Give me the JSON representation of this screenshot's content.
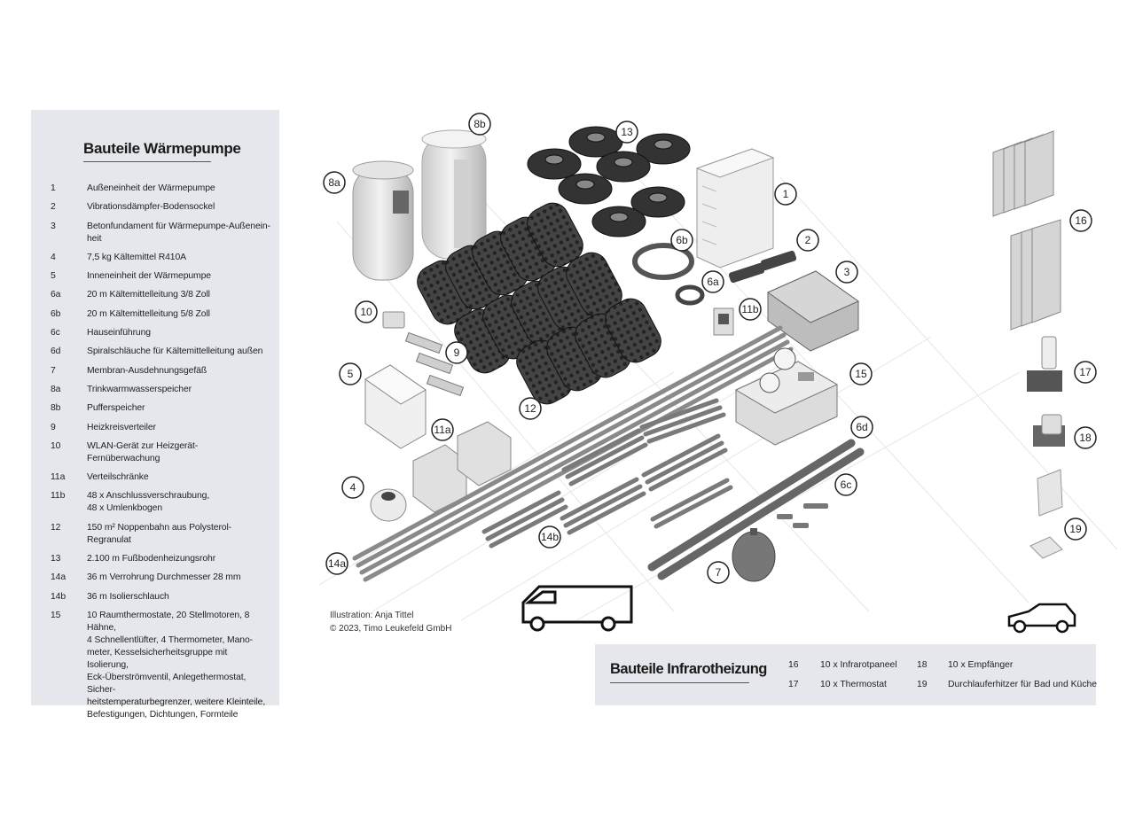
{
  "heat_pump": {
    "title": "Bauteile Wärmepumpe",
    "items": [
      {
        "num": "1",
        "text": "Außeneinheit der Wärmepumpe"
      },
      {
        "num": "2",
        "text": "Vibrationsdämpfer-Bodensockel"
      },
      {
        "num": "3",
        "text": "Betonfundament für Wärmepumpe-Außenein-\nheit"
      },
      {
        "num": "4",
        "text": "7,5 kg Kältemittel R410A"
      },
      {
        "num": "5",
        "text": "Inneneinheit der Wärmepumpe"
      },
      {
        "num": "6a",
        "text": "20 m Kältemittelleitung 3/8 Zoll"
      },
      {
        "num": "6b",
        "text": "20 m Kältemittelleitung 5/8 Zoll"
      },
      {
        "num": "6c",
        "text": "Hauseinführung"
      },
      {
        "num": "6d",
        "text": "Spiralschläuche für Kältemittelleitung außen"
      },
      {
        "num": "7",
        "text": "Membran-Ausdehnungsgefäß"
      },
      {
        "num": "8a",
        "text": "Trinkwarmwasserspeicher"
      },
      {
        "num": "8b",
        "text": "Pufferspeicher"
      },
      {
        "num": "9",
        "text": "Heizkreisverteiler"
      },
      {
        "num": "10",
        "text": "WLAN-Gerät zur Heizgerät-Fernüberwachung"
      },
      {
        "num": "11a",
        "text": "Verteilschränke"
      },
      {
        "num": "11b",
        "text": "48 x Anschlussverschraubung,\n48 x Umlenkbogen"
      },
      {
        "num": "12",
        "text": "150 m² Noppenbahn aus Polysterol-Regranulat"
      },
      {
        "num": "13",
        "text": "2.100 m Fußbodenheizungsrohr"
      },
      {
        "num": "14a",
        "text": "36 m Verrohrung Durchmesser 28 mm"
      },
      {
        "num": "14b",
        "text": "36 m Isolierschlauch"
      },
      {
        "num": "15",
        "text": "10 Raumthermostate, 20 Stellmotoren, 8 Hähne,\n4 Schnellentlüfter, 4 Thermometer, Mano-\nmeter, Kesselsicherheitsgruppe mit Isolierung,\nEck-Überströmventil, Anlegethermostat, Sicher-\nheitstemperaturbegrenzer, weitere Kleinteile,\nBefestigungen, Dichtungen, Formteile"
      }
    ]
  },
  "infrared": {
    "title": "Bauteile Infrarotheizung",
    "items": [
      {
        "num": "16",
        "text": "10 x Infrarotpaneel"
      },
      {
        "num": "17",
        "text": "10 x Thermostat"
      },
      {
        "num": "18",
        "text": "10 x Empfänger"
      },
      {
        "num": "19",
        "text": "Durchlauferhitzer für Bad und Küche"
      }
    ]
  },
  "credits": {
    "line1": "Illustration: Anja Tittel",
    "line2": "© 2023, Timo Leukefeld GmbH"
  },
  "markers": [
    "1",
    "2",
    "3",
    "4",
    "5",
    "6a",
    "6b",
    "6c",
    "6d",
    "7",
    "8a",
    "8b",
    "9",
    "10",
    "11a",
    "11b",
    "12",
    "13",
    "14a",
    "14b",
    "15",
    "16",
    "17",
    "18",
    "19"
  ],
  "icons": {
    "van": "van-icon",
    "car": "car-icon"
  }
}
